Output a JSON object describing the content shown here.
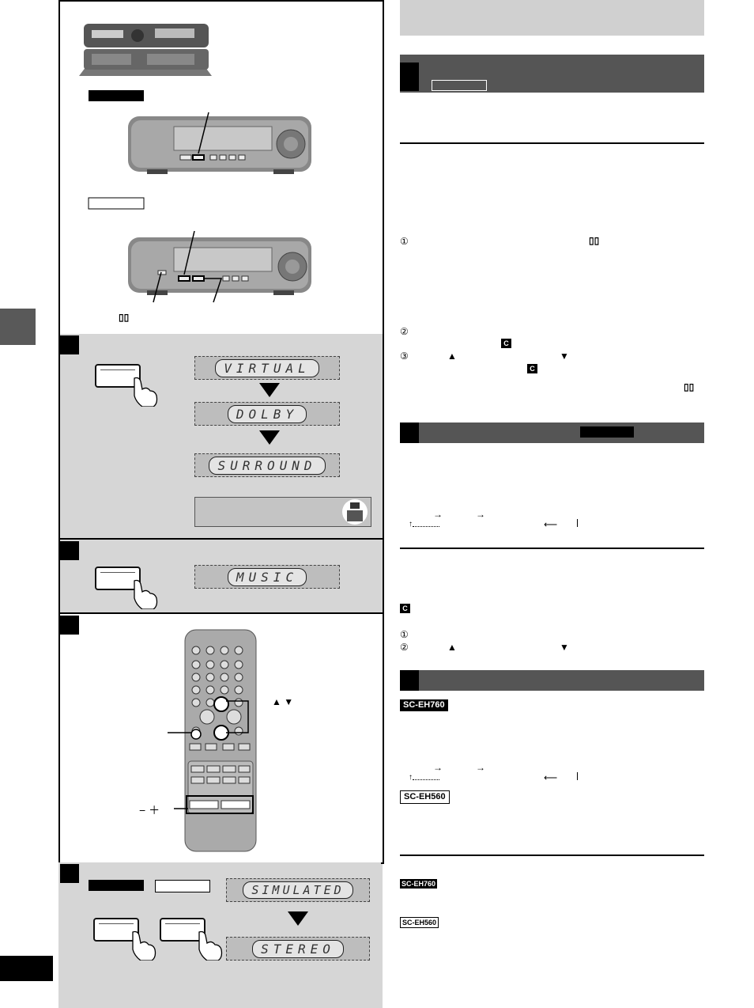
{
  "page": {
    "remote_labels": {
      "arrows": "▲ ▼",
      "minus_plus": "− ＋"
    },
    "right": {
      "circle_1": "①",
      "circle_2": "②",
      "circle_3": "③",
      "up_arrow": "▲",
      "down_arrow": "▼",
      "c_badge": "C",
      "dolby_symbol": "▯▯",
      "flow_right_1": "→",
      "flow_right_2": "→",
      "flow_return_left": "↑",
      "flow_return_right": "⟵",
      "model_760": "SC-EH760",
      "model_560": "SC-EH560"
    },
    "lcd": {
      "virtual": "VIRTUAL",
      "dolby": "DOLBY",
      "surround": "SURROUND",
      "music": "MUSIC",
      "simulated": "SIMULATED",
      "stereo": "STEREO"
    }
  }
}
